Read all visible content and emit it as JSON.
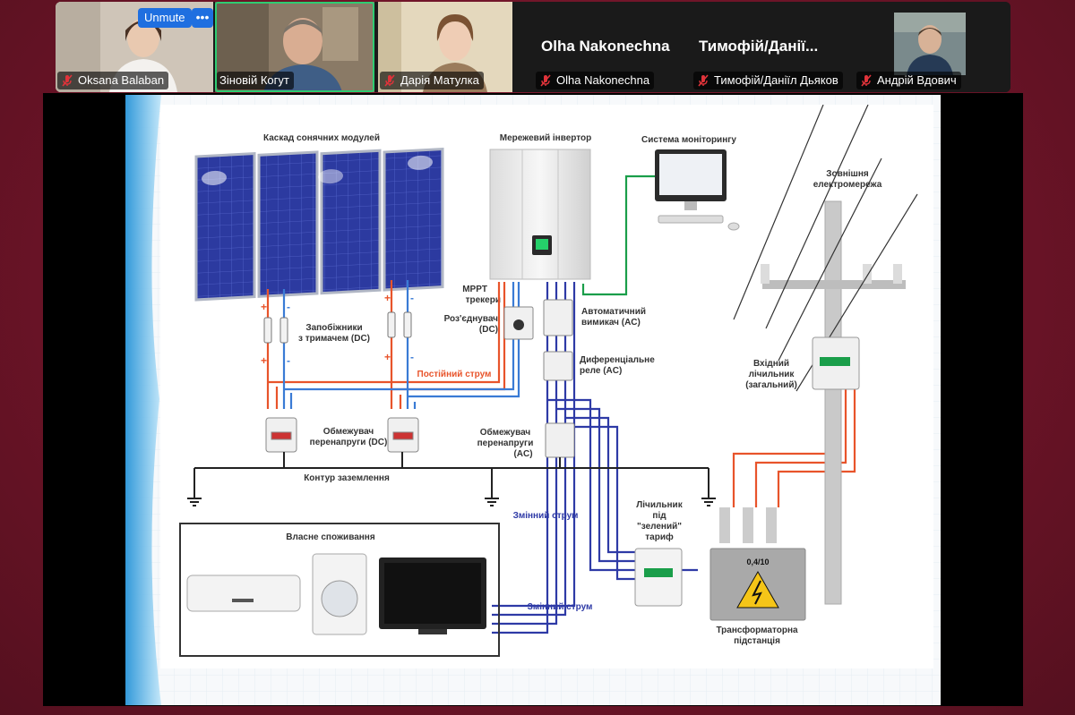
{
  "meeting": {
    "participants": [
      {
        "name": "Oksana Balaban",
        "muted": true
      },
      {
        "name": "Зіновій Когут",
        "muted": false,
        "speaking": true
      },
      {
        "name": "Дарія Матулка",
        "muted": true
      },
      {
        "name": "Olha Nakonechna",
        "display_title": "Olha Nakonechna",
        "muted": true
      },
      {
        "name": "Тимофій/Даніїл Дьяков",
        "display_title": "Тимофій/Данії...",
        "muted": true
      },
      {
        "name": "Андрій Вдович",
        "muted": true
      }
    ],
    "unmute_label": "Unmute",
    "more_label": "•••",
    "speaking_color": "#2ecc71",
    "muted_color": "#e0333a"
  },
  "diagram": {
    "labels": {
      "solar_modules": "Каскад сонячних модулей",
      "inverter": "Мережевий інвертор",
      "monitoring": "Система моніторингу",
      "grid_1": "Зовнішня",
      "grid_2": "електромережа",
      "mppt_1": "MPPT",
      "mppt_2": "трекери",
      "disconnector_1": "Роз'єднувач",
      "disconnector_2": "(DC)",
      "auto_breaker_1": "Автоматичний",
      "auto_breaker_2": "вимикач (AC)",
      "fuses_1": "Запобіжники",
      "fuses_2": "з тримачем (DC)",
      "dc_current": "Постійний струм",
      "diff_relay_1": "Диференціальне",
      "diff_relay_2": "реле (AC)",
      "input_meter_1": "Вхідний",
      "input_meter_2": "лічильник",
      "input_meter_3": "(загальний)",
      "spd_dc_1": "Обмежувач",
      "spd_dc_2": "перенапруги (DC)",
      "spd_ac_1": "Обмежувач",
      "spd_ac_2": "перенапруги",
      "spd_ac_3": "(AC)",
      "grounding": "Контур заземлення",
      "ac_current_1": "Змінний струм",
      "ac_current_2": "Змінний струм",
      "green_meter_1": "Лічильник",
      "green_meter_2": "під",
      "green_meter_3": "\"зелений\"",
      "green_meter_4": "тариф",
      "own_consumption": "Власне споживання",
      "transformer_1": "Трансформаторна",
      "transformer_2": "підстанція",
      "transformer_rating": "0,4/10"
    },
    "colors": {
      "dc_positive": "#e8542b",
      "dc_negative": "#3a7bd5",
      "ac": "#2e3aa6",
      "monitoring_link": "#1a9e4a",
      "ground": "#222222",
      "dc_label": "#e8542b",
      "ac_label": "#2e3aa6"
    }
  }
}
